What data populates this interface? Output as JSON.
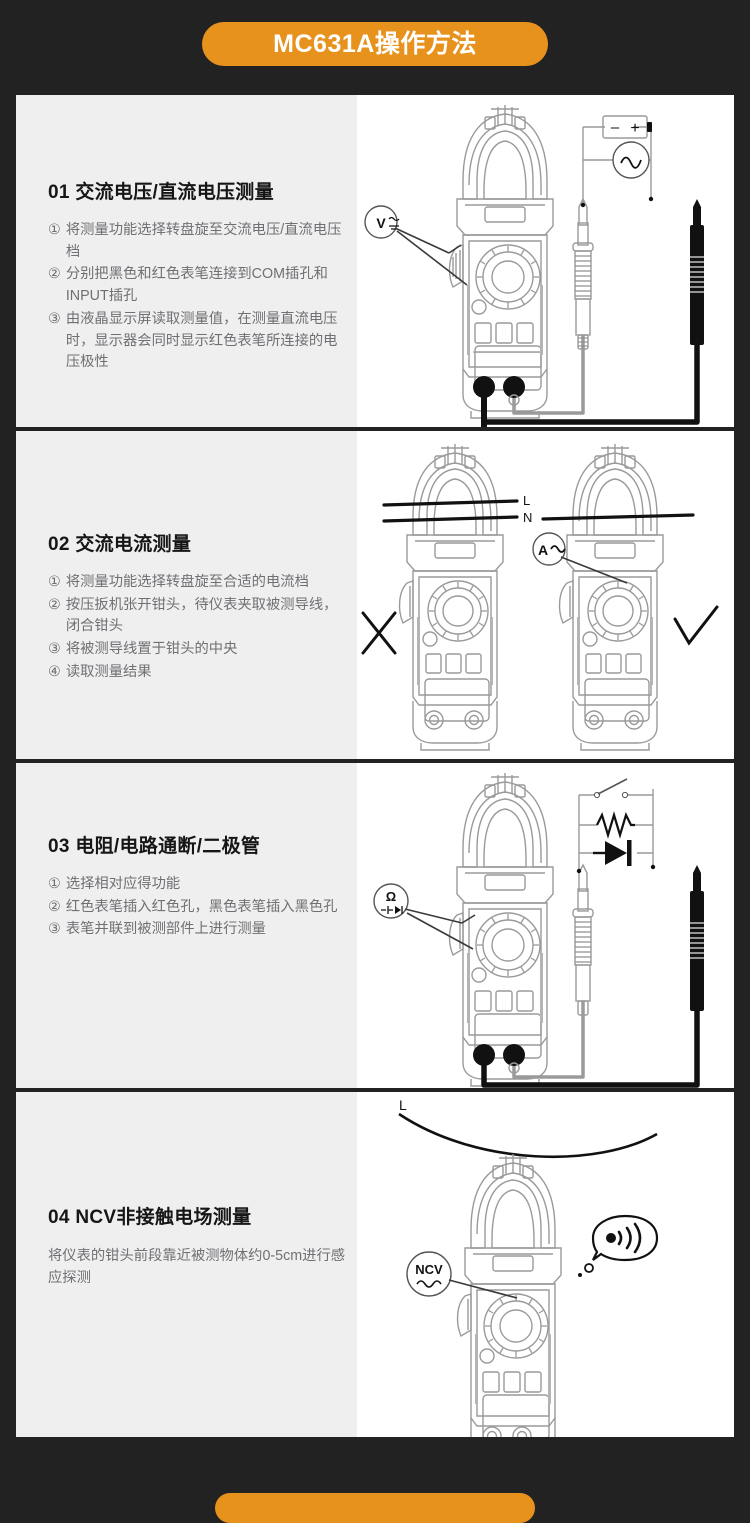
{
  "header": {
    "title": "MC631A操作方法",
    "pill_color": "#E8921E"
  },
  "theme": {
    "background": "#222222",
    "panel_left_bg": "#efefef",
    "panel_right_bg": "#ffffff",
    "heading_color": "#161616",
    "body_color": "#6f7073",
    "accent": "#E8921E"
  },
  "sections": [
    {
      "index": "01",
      "heading": "01 交流电压/直流电压测量",
      "steps": [
        {
          "marker": "①",
          "text": "将测量功能选择转盘旋至交流电压/直流电压档"
        },
        {
          "marker": "②",
          "text": "分别把黑色和红色表笔连接到COM插孔和INPUT插孔"
        },
        {
          "marker": "③",
          "text": "由液晶显示屏读取测量值，在测量直流电压时，显示器会同时显示红色表笔所连接的电压极性"
        }
      ],
      "illustration": {
        "callout_label": "V≂",
        "symbols": [
          "battery-minus",
          "battery-plus",
          "ac-source"
        ],
        "battery_minus": "–",
        "battery_plus": "+",
        "probes": [
          "white-probe",
          "black-probe"
        ]
      }
    },
    {
      "index": "02",
      "heading": "02 交流电流测量",
      "steps": [
        {
          "marker": "①",
          "text": "将测量功能选择转盘旋至合适的电流档"
        },
        {
          "marker": "②",
          "text": "按压扳机张开钳头，待仪表夹取被测导线，闭合钳头"
        },
        {
          "marker": "③",
          "text": "将被测导线置于钳头的中央"
        },
        {
          "marker": "④",
          "text": "读取测量结果"
        }
      ],
      "illustration": {
        "wire_labels": [
          "L",
          "N"
        ],
        "callout_label": "A~",
        "mark_wrong": "✗",
        "mark_right": "✓"
      }
    },
    {
      "index": "03",
      "heading": "03 电阻/电路通断/二极管",
      "steps": [
        {
          "marker": "①",
          "text": "选择相对应得功能"
        },
        {
          "marker": "②",
          "text": "红色表笔插入红色孔，黑色表笔插入黑色孔"
        },
        {
          "marker": "③",
          "text": "表笔并联到被测部件上进行测量"
        }
      ],
      "illustration": {
        "callout_label": "Ω",
        "circuit_elements": [
          "switch",
          "resistor",
          "diode"
        ],
        "probes": [
          "white-probe",
          "black-probe"
        ]
      }
    },
    {
      "index": "04",
      "heading": "04 NCV非接触电场测量",
      "body": "将仪表的钳头前段靠近被测物体约0-5cm进行感应探测",
      "illustration": {
        "wire_label": "L",
        "callout_label": "NCV",
        "signal_bubble": "signal-waves"
      }
    }
  ]
}
